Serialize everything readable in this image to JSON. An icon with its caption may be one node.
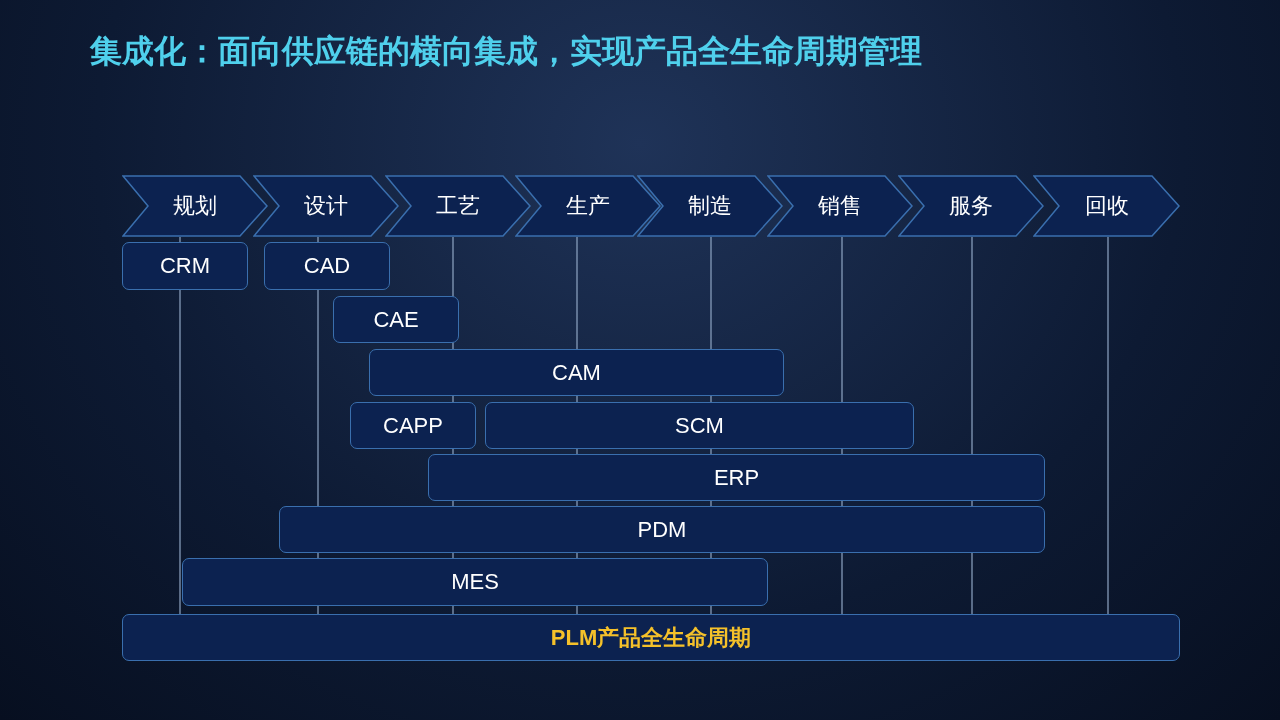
{
  "diagram": {
    "title": "集成化：面向供应链的横向集成，实现产品全生命周期管理",
    "nodes": [
      {
        "text": [
          "规划"
        ]
      },
      {
        "text": [
          "设计"
        ]
      },
      {
        "text": [
          "工艺"
        ]
      },
      {
        "text": [
          "生产"
        ]
      },
      {
        "text": [
          "制造"
        ]
      },
      {
        "text": [
          "销售"
        ]
      },
      {
        "text": [
          "服务"
        ]
      },
      {
        "text": [
          "回收"
        ]
      },
      {
        "text": [
          "CRM"
        ]
      },
      {
        "text": [
          "CAD"
        ]
      },
      {
        "text": [
          "CAE"
        ]
      },
      {
        "text": [
          "CAM"
        ]
      },
      {
        "text": [
          "CAPP"
        ]
      },
      {
        "text": [
          "SCM"
        ]
      },
      {
        "text": [
          "ERP"
        ]
      },
      {
        "text": [
          "PDM"
        ]
      },
      {
        "text": [
          "MES"
        ]
      },
      {
        "text": [
          "PLM产品全生命周期"
        ]
      }
    ]
  }
}
